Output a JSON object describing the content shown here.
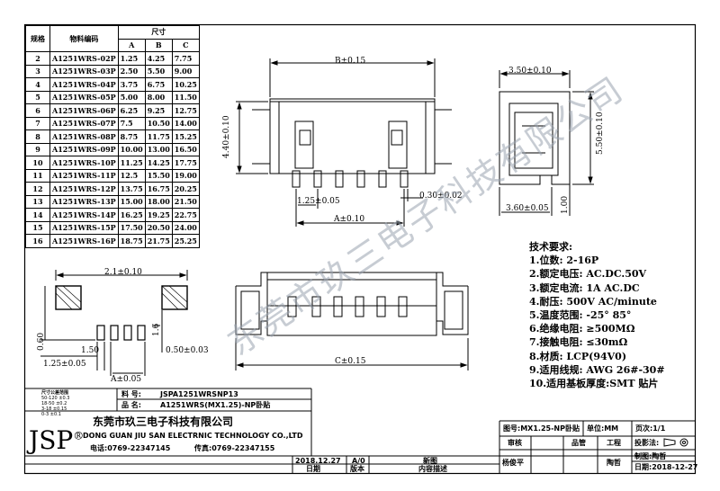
{
  "spec_table": {
    "header_gui_ge": "规格",
    "header_part_no": "物料编码",
    "header_dims": "尺寸",
    "col_a": "A",
    "col_b": "B",
    "col_c": "C",
    "rows": [
      {
        "n": "2",
        "part": "A1251WRS-02P",
        "a": "1.25",
        "b": "4.25",
        "c": "7.75"
      },
      {
        "n": "3",
        "part": "A1251WRS-03P",
        "a": "2.50",
        "b": "5.50",
        "c": "9.00"
      },
      {
        "n": "4",
        "part": "A1251WRS-04P",
        "a": "3.75",
        "b": "6.75",
        "c": "10.25"
      },
      {
        "n": "5",
        "part": "A1251WRS-05P",
        "a": "5.00",
        "b": "8.00",
        "c": "11.50"
      },
      {
        "n": "6",
        "part": "A1251WRS-06P",
        "a": "6.25",
        "b": "9.25",
        "c": "12.75"
      },
      {
        "n": "7",
        "part": "A1251WRS-07P",
        "a": "7.5",
        "b": "10.50",
        "c": "14.00"
      },
      {
        "n": "8",
        "part": "A1251WRS-08P",
        "a": "8.75",
        "b": "11.75",
        "c": "15.25"
      },
      {
        "n": "9",
        "part": "A1251WRS-09P",
        "a": "10.00",
        "b": "13.00",
        "c": "16.50"
      },
      {
        "n": "10",
        "part": "A1251WRS-10P",
        "a": "11.25",
        "b": "14.25",
        "c": "17.75"
      },
      {
        "n": "11",
        "part": "A1251WRS-11P",
        "a": "12.5",
        "b": "15.50",
        "c": "19.00"
      },
      {
        "n": "12",
        "part": "A1251WRS-12P",
        "a": "13.75",
        "b": "16.75",
        "c": "20.25"
      },
      {
        "n": "13",
        "part": "A1251WRS-13P",
        "a": "15.00",
        "b": "18.00",
        "c": "21.50"
      },
      {
        "n": "14",
        "part": "A1251WRS-14P",
        "a": "16.25",
        "b": "19.25",
        "c": "22.75"
      },
      {
        "n": "15",
        "part": "A1251WRS-15P",
        "a": "17.50",
        "b": "20.50",
        "c": "24.00"
      },
      {
        "n": "16",
        "part": "A1251WRS-16P",
        "a": "18.75",
        "b": "21.75",
        "c": "25.25"
      }
    ]
  },
  "dims": {
    "b": "B±0.15",
    "w350": "3.50±0.10",
    "h440": "4.40±0.10",
    "h550": "5.50±0.10",
    "p125": "1.25±0.05",
    "a": "A±0.10",
    "t030": "0.30±0.02",
    "w360": "3.60±0.05",
    "h100": "1.00",
    "c": "C±0.15",
    "pad21": "2.1±0.10",
    "pad06": "0.60",
    "pad15": "1.50",
    "pad125": "1.25±0.05",
    "pad05": "0.50±0.03",
    "pad16": "1.6",
    "pad_a": "A±0.05"
  },
  "requirements": {
    "title": "技术要求:",
    "items": [
      "1.位数: 2-16P",
      "2.额定电压: AC.DC.50V",
      "3.额定电流: 1A AC.DC",
      "4.耐压: 500V AC/minute",
      "5.温度范围: -25° 85°",
      "6.绝缘电阻: ≥500MΩ",
      "7.接触电阻: ≤30mΩ",
      "8.材质: LCP(94V0)",
      "9.适用线规: AWG 26#-30#",
      "10.适用基板厚度:SMT 贴片"
    ]
  },
  "tolerance": {
    "title": "尺寸公差范围",
    "rows": [
      "50-120  ±0.3",
      "18-50  ±0.2",
      "3-18  ±0.15",
      "0-3  ±0.1"
    ]
  },
  "title_block": {
    "part_label": "料  号:",
    "part_value": "JSPA1251WRSNP13",
    "name_label": "品  名:",
    "name_value": "A1251WRS(MX1.25)-NP卧贴",
    "logo": "JSP",
    "logo_mark": "®",
    "company_cn": "东莞市玖三电子科技有限公司",
    "company_en": "DONG GUAN JIU SAN ELECTRNIC TECHNOLOGY CO.,LTD",
    "tel": "电话:0769-22347145",
    "fax": "传真:0769-22347155",
    "date_value": "2018.12.27",
    "rev_value": "A/0",
    "desc_value": "新图",
    "date_label": "日期",
    "rev_label": "版本",
    "desc_label": "内容描述",
    "drawing_no_label": "图号:",
    "drawing_no": "MX1.25-NP卧贴",
    "unit_label": "单位:",
    "unit": "MM",
    "page_label": "页次:",
    "page": "1/1",
    "review_label": "审核",
    "reviewer": "杨俊平",
    "mgmt_label": "品管",
    "eng_label": "工程",
    "eng_name": "陶哲",
    "proj_label": "投影法:",
    "drawer_label": "制图:",
    "drawer": "陶哲",
    "date2_label": "日期:",
    "date2": "2018-12-27"
  },
  "watermark": "东莞市玖三电子科技有限公司"
}
